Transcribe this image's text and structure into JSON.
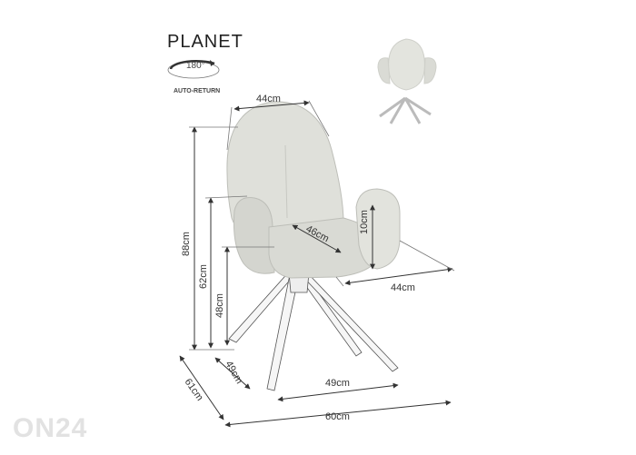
{
  "product": {
    "title": "PLANET",
    "rotation_label": "180°",
    "auto_return_label": "AUTO-RETURN",
    "watermark": "ON24"
  },
  "dimensions": {
    "backrest_width": "44cm",
    "armrest_height": "10cm",
    "seat_depth": "46cm",
    "seat_width": "44cm",
    "total_height": "88cm",
    "armrest_floor_height": "62cm",
    "seat_floor_height": "48cm",
    "base_depth": "49cm",
    "base_width": "49cm",
    "total_depth": "61cm",
    "total_width": "60cm"
  },
  "colors": {
    "fabric": "#dfe0da",
    "fabric_shadow": "#c9cac3",
    "legs": "#f7f7f7",
    "lines": "#333333"
  }
}
